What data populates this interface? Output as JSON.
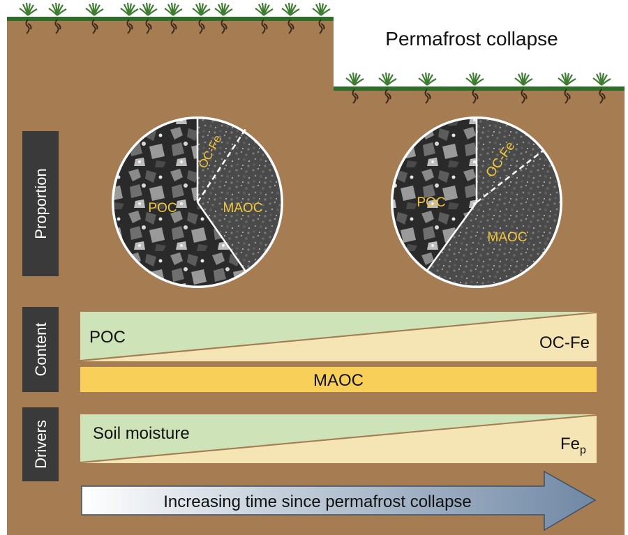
{
  "title": "Permafrost collapse",
  "row_labels": {
    "proportion": "Proportion",
    "content": "Content",
    "drivers": "Drivers"
  },
  "pies": [
    {
      "poc": "POC",
      "ocfe": "OC-Fe",
      "maoc": "MAOC"
    },
    {
      "poc": "POC",
      "ocfe": "OC-Fe",
      "maoc": "MAOC"
    }
  ],
  "content": {
    "left_label": "POC",
    "right_label": "OC-Fe",
    "bar_label": "MAOC"
  },
  "drivers": {
    "left_label": "Soil moisture",
    "right_label": "Fe",
    "right_subscript": "p"
  },
  "arrow_label": "Increasing time since permafrost collapse",
  "colors": {
    "soil": "#a67c52",
    "grass": "#2f6b2a",
    "label_box": "#3a3a3a",
    "green_wedge": "#cfe3b8",
    "cream_wedge": "#f5e4b4",
    "maoc_bar": "#f8cf59",
    "pie_label": "#f3c63a",
    "arrow_start": "#ffffff",
    "arrow_end": "#7d93ad"
  }
}
